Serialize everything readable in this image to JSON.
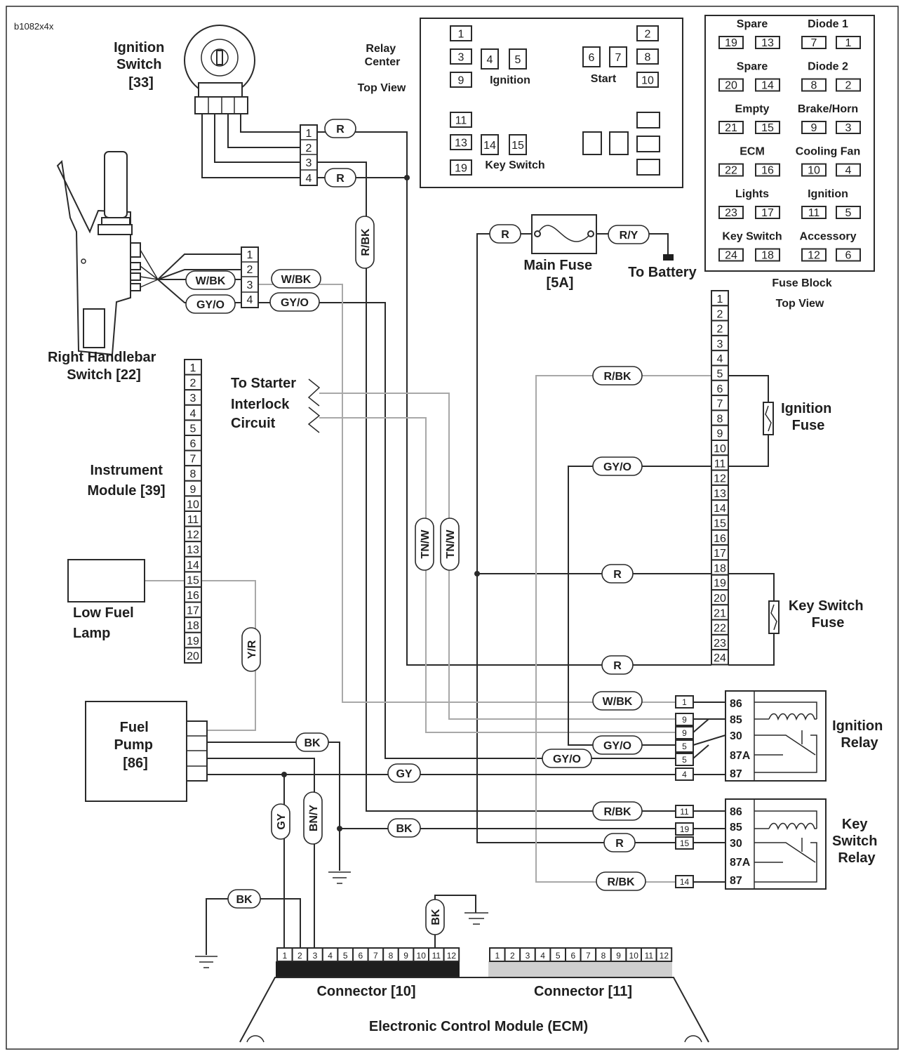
{
  "diagram_id": "b1082x4x",
  "components": {
    "ignition_switch": {
      "name": "Ignition\nSwitch\n[33]"
    },
    "relay_center": {
      "name": "Relay\nCenter",
      "view": "Top View",
      "cells": [
        "1",
        "2",
        "3",
        "4",
        "5",
        "6",
        "7",
        "8",
        "9",
        "10",
        "11",
        "13",
        "14",
        "15",
        "19"
      ],
      "ignition": "Ignition",
      "start": "Start",
      "key_switch": "Key Switch"
    },
    "fuse_block": {
      "name": "Fuse Block",
      "view": "Top View",
      "groups": [
        {
          "label": "Spare",
          "a": "19",
          "b": "13"
        },
        {
          "label": "Diode 1",
          "a": "7",
          "b": "1"
        },
        {
          "label": "Spare",
          "a": "20",
          "b": "14"
        },
        {
          "label": "Diode 2",
          "a": "8",
          "b": "2"
        },
        {
          "label": "Empty",
          "a": "21",
          "b": "15"
        },
        {
          "label": "Brake/Horn",
          "a": "9",
          "b": "3"
        },
        {
          "label": "ECM",
          "a": "22",
          "b": "16"
        },
        {
          "label": "Cooling Fan",
          "a": "10",
          "b": "4"
        },
        {
          "label": "Lights",
          "a": "23",
          "b": "17"
        },
        {
          "label": "Ignition",
          "a": "11",
          "b": "5"
        },
        {
          "label": "Key Switch",
          "a": "24",
          "b": "18"
        },
        {
          "label": "Accessory",
          "a": "12",
          "b": "6"
        }
      ]
    },
    "main_fuse": {
      "name": "Main Fuse\n[5A]"
    },
    "battery": {
      "name": "To Battery"
    },
    "right_handlebar_switch": {
      "name": "Right Handlebar\nSwitch [22]"
    },
    "instrument_module": {
      "name": "Instrument\nModule [39]"
    },
    "starter_interlock": {
      "name": "To Starter\nInterlock\nCircuit"
    },
    "low_fuel_lamp": {
      "name": "Low Fuel\nLamp"
    },
    "fuel_pump": {
      "name": "Fuel\nPump\n[86]"
    },
    "ignition_fuse": {
      "name": "Ignition\nFuse"
    },
    "key_switch_fuse": {
      "name": "Key Switch\nFuse"
    },
    "ignition_relay": {
      "name": "Ignition\nRelay",
      "terminals": [
        "86",
        "85",
        "30",
        "87A",
        "87"
      ]
    },
    "key_switch_relay": {
      "name": "Key\nSwitch\nRelay",
      "terminals": [
        "86",
        "85",
        "30",
        "87A",
        "87"
      ]
    },
    "connector_10": {
      "name": "Connector [10]"
    },
    "connector_11": {
      "name": "Connector [11]"
    },
    "ecm": {
      "name": "Electronic Control Module (ECM)"
    }
  },
  "wire_colors": {
    "r": "R",
    "r_y": "R/Y",
    "r_bk": "R/BK",
    "w_bk": "W/BK",
    "gy_o": "GY/O",
    "tn_w": "TN/W",
    "y_r": "Y/R",
    "bk": "BK",
    "gy": "GY",
    "bn_y": "BN/Y"
  },
  "pin_numbers": {
    "p1": "1",
    "p2": "2",
    "p3": "3",
    "p4": "4",
    "p5": "5",
    "p6": "6",
    "p7": "7",
    "p8": "8",
    "p9": "9",
    "p10": "10",
    "p11": "11",
    "p12": "12",
    "p13": "13",
    "p14": "14",
    "p15": "15",
    "p16": "16",
    "p17": "17",
    "p18": "18",
    "p19": "19",
    "p20": "20",
    "p21": "21",
    "p22": "22",
    "p23": "23",
    "p24": "24"
  },
  "colors": {
    "line": "#2a2a2a",
    "grey_wire": "#a8a8a8",
    "connector_10": "#1e1e1e",
    "connector_11": "#cfcfcf"
  }
}
